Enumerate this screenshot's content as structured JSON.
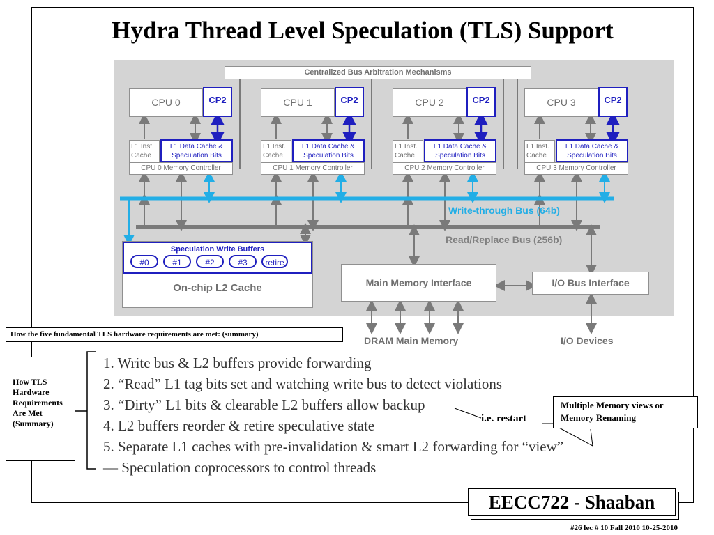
{
  "slide": {
    "title": "Hydra Thread Level Speculation (TLS) Support",
    "footer_course": "EECC722 - Shaaban",
    "footer_meta": "#26   lec # 10    Fall 2010   10-25-2010"
  },
  "diagram": {
    "arbitration": "Centralized Bus Arbitration Mechanisms",
    "cpus": [
      {
        "name": "CPU 0",
        "cp2": "CP2",
        "l1_inst_1": "L1 Inst.",
        "l1_inst_2": "Cache",
        "l1_data_1": "L1 Data Cache &",
        "l1_data_2": "Speculation Bits",
        "mem_ctrl": "CPU 0 Memory Controller"
      },
      {
        "name": "CPU 1",
        "cp2": "CP2",
        "l1_inst_1": "L1 Inst.",
        "l1_inst_2": "Cache",
        "l1_data_1": "L1 Data Cache &",
        "l1_data_2": "Speculation Bits",
        "mem_ctrl": "CPU 1 Memory Controller"
      },
      {
        "name": "CPU 2",
        "cp2": "CP2",
        "l1_inst_1": "L1 Inst.",
        "l1_inst_2": "Cache",
        "l1_data_1": "L1 Data Cache &",
        "l1_data_2": "Speculation Bits",
        "mem_ctrl": "CPU 2 Memory Controller"
      },
      {
        "name": "CPU 3",
        "cp2": "CP2",
        "l1_inst_1": "L1 Inst.",
        "l1_inst_2": "Cache",
        "l1_data_1": "L1 Data Cache &",
        "l1_data_2": "Speculation Bits",
        "mem_ctrl": "CPU 3 Memory Controller"
      }
    ],
    "write_bus": "Write-through Bus (64b)",
    "read_bus": "Read/Replace Bus (256b)",
    "spec_buffers_title": "Speculation Write Buffers",
    "spec_buffers": [
      "#0",
      "#1",
      "#2",
      "#3",
      "retire"
    ],
    "l2_cache": "On-chip L2 Cache",
    "main_memory_interface": "Main Memory Interface",
    "io_bus_interface": "I/O Bus Interface",
    "dram": "DRAM Main Memory",
    "io_devices": "I/O Devices"
  },
  "summary": {
    "caption": "How the five fundamental TLS hardware requirements are met: (summary)",
    "side_label": [
      "How TLS",
      "Hardware",
      "Requirements",
      "Are Met",
      "(Summary)"
    ],
    "items": [
      "1. Write bus & L2 buffers provide forwarding",
      "2. “Read” L1 tag bits set and watching write bus to detect violations",
      "3. “Dirty” L1 bits & clearable L2 buffers allow backup",
      "4. L2 buffers reorder & retire speculative state",
      "5. Separate L1 caches with pre-invalidation & smart L2 forwarding for “view”",
      "— Speculation coprocessors to control threads"
    ],
    "restart_note": "i.e. restart",
    "memory_views_note_1": "Multiple Memory views or",
    "memory_views_note_2": "Memory Renaming"
  },
  "colors": {
    "blue": "#1f1fbf",
    "cyan": "#22aee6",
    "gray_text": "#707070",
    "bus_gray": "#7a7a7a",
    "diagram_bg": "#d4d4d4"
  }
}
